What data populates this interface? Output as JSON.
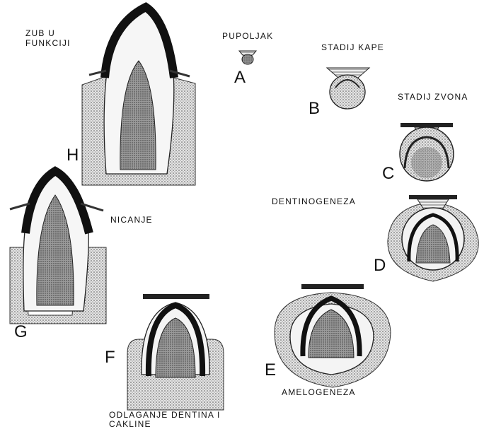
{
  "stages": {
    "a": {
      "letter": "A",
      "caption": "PUPOLJAK"
    },
    "b": {
      "letter": "B",
      "caption": "STADIJ KAPE"
    },
    "c": {
      "letter": "C",
      "caption": "STADIJ ZVONA"
    },
    "d": {
      "letter": "D",
      "caption": "DENTINOGENEZA"
    },
    "e": {
      "letter": "E",
      "caption": "AMELOGENEZA"
    },
    "f": {
      "letter": "F",
      "caption_line1": "ODLAGANJE DENTINA I",
      "caption_line2": "CAKLINE"
    },
    "g": {
      "letter": "G",
      "caption": "NICANJE"
    },
    "h": {
      "letter": "H",
      "caption_line1": "ZUB U",
      "caption_line2": "FUNKCIJI"
    }
  }
}
